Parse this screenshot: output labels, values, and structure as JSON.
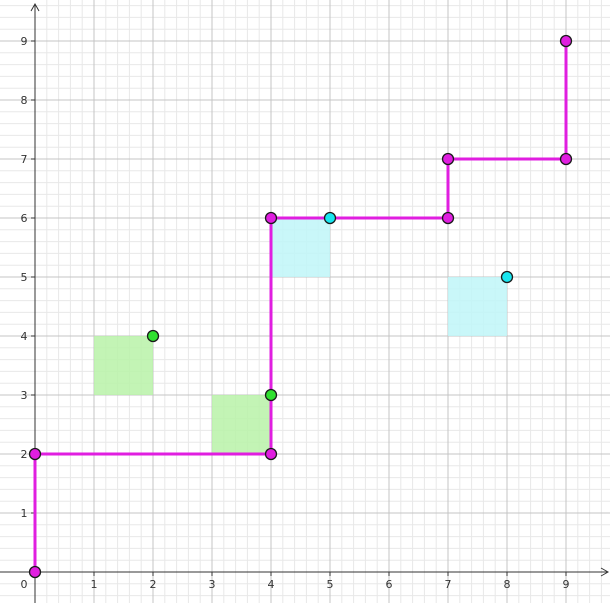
{
  "chart_data": {
    "type": "scatter",
    "title": "",
    "xlabel": "",
    "ylabel": "",
    "xlim": [
      0,
      9.75
    ],
    "ylim": [
      0,
      9.6
    ],
    "xticks": [
      "0",
      "1",
      "2",
      "3",
      "4",
      "5",
      "6",
      "7",
      "8",
      "9"
    ],
    "yticks": [
      "1",
      "2",
      "3",
      "4",
      "5",
      "6",
      "7",
      "8",
      "9"
    ],
    "grid": true,
    "minor_grid_step": 0.2,
    "colors": {
      "path": "#e01ee0",
      "path_point": "#e01ee0",
      "green_point": "#2fe02f",
      "cyan_point": "#19e6f0",
      "green_fill": "#b9f2a8",
      "cyan_fill": "#bff6f8",
      "major_grid": "#c4c4c4",
      "minor_grid": "#e8e8e8",
      "axis": "#333333"
    },
    "path": {
      "x": [
        0,
        0,
        4,
        4,
        7,
        7,
        9,
        9
      ],
      "y": [
        0,
        2,
        2,
        6,
        6,
        7,
        7,
        9
      ]
    },
    "green_points": {
      "x": [
        2,
        4
      ],
      "y": [
        4,
        3
      ]
    },
    "cyan_points": {
      "x": [
        5,
        8
      ],
      "y": [
        6,
        5
      ]
    },
    "green_squares": [
      {
        "x": [
          1,
          2
        ],
        "y": [
          3,
          4
        ]
      },
      {
        "x": [
          3,
          4
        ],
        "y": [
          2,
          3
        ]
      }
    ],
    "cyan_squares": [
      {
        "x": [
          4,
          5
        ],
        "y": [
          5,
          6
        ]
      },
      {
        "x": [
          7,
          8
        ],
        "y": [
          4,
          5
        ]
      }
    ]
  }
}
